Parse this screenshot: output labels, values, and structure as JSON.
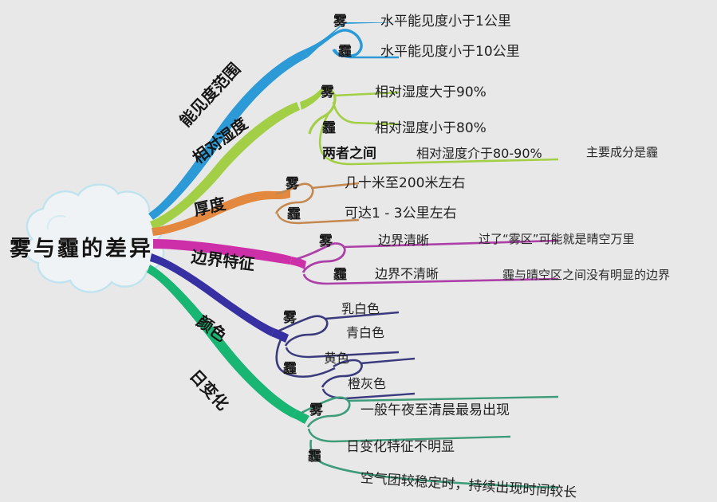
{
  "diagram": {
    "type": "mind-map",
    "title": "雾与霾的差异",
    "background_color": "#e8e8e8",
    "center": {
      "label": "雾与霾的差异",
      "shape": "cloud",
      "outline_color": "#bfe4ef"
    },
    "branches": [
      {
        "id": "visibility",
        "label": "能见度范围",
        "color": "#2b9ad6",
        "children": [
          {
            "key": "雾",
            "text": "水平能见度小于1公里"
          },
          {
            "key": "霾",
            "text": "水平能见度小于10公里"
          }
        ]
      },
      {
        "id": "humidity",
        "label": "相对湿度",
        "color": "#a2cf45",
        "children": [
          {
            "key": "雾",
            "text": "相对湿度大于90%"
          },
          {
            "key": "霾",
            "text": "相对湿度小于80%"
          },
          {
            "key": "两者之间",
            "text": "相对湿度介于80-90%",
            "note": "主要成分是霾"
          }
        ]
      },
      {
        "id": "thickness",
        "label": "厚度",
        "color": "#e3893f",
        "children": [
          {
            "key": "雾",
            "text": "几十米至200米左右"
          },
          {
            "key": "霾",
            "text": "可达1 - 3公里左右"
          }
        ]
      },
      {
        "id": "boundary",
        "label": "边界特征",
        "color": "#cc2fa8",
        "children": [
          {
            "key": "雾",
            "text": "边界清晰",
            "note": "过了“雾区”可能就是晴空万里"
          },
          {
            "key": "霾",
            "text": "边界不清晰",
            "note": "霾与晴空区之间没有明显的边界"
          }
        ]
      },
      {
        "id": "color",
        "label": "颜色",
        "color": "#3730a3",
        "children": [
          {
            "key": "雾",
            "items": [
              "乳白色",
              "青白色"
            ]
          },
          {
            "key": "霾",
            "items": [
              "黄色",
              "橙灰色"
            ]
          }
        ]
      },
      {
        "id": "daily",
        "label": "日变化",
        "color": "#18b573",
        "children": [
          {
            "key": "雾",
            "text": "一般午夜至清晨最易出现"
          },
          {
            "key": "霾",
            "items": [
              "日变化特征不明显",
              "空气团较稳定时，持续出现时间较长"
            ]
          }
        ]
      }
    ]
  },
  "labels": {
    "b0_key0": "雾",
    "b0_txt0": "水平能见度小于1公里",
    "b0_key1": "霾",
    "b0_txt1": "水平能见度小于10公里",
    "b1_key0": "雾",
    "b1_txt0": "相对湿度大于90%",
    "b1_key1": "霾",
    "b1_txt1": "相对湿度小于80%",
    "b1_key2": "两者之间",
    "b1_txt2": "相对湿度介于80-90%",
    "b1_note2": "主要成分是霾",
    "b2_key0": "雾",
    "b2_txt0": "几十米至200米左右",
    "b2_key1": "霾",
    "b2_txt1": "可达1 - 3公里左右",
    "b3_key0": "雾",
    "b3_txt0": "边界清晰",
    "b3_note0": "过了“雾区”可能就是晴空万里",
    "b3_key1": "霾",
    "b3_txt1": "边界不清晰",
    "b3_note1": "霾与晴空区之间没有明显的边界",
    "b4_key0": "雾",
    "b4_item0a": "乳白色",
    "b4_item0b": "青白色",
    "b4_key1": "霾",
    "b4_item1a": "黄色",
    "b4_item1b": "橙灰色",
    "b5_key0": "雾",
    "b5_txt0": "一般午夜至清晨最易出现",
    "b5_key1": "霾",
    "b5_item1a": "日变化特征不明显",
    "b5_item1b": "空气团较稳定时，持续出现时间较长",
    "branch0": "能见度范围",
    "branch1": "相对湿度",
    "branch2": "厚度",
    "branch3": "边界特征",
    "branch4": "颜色",
    "branch5": "日变化",
    "center": "雾与霾的差异"
  }
}
